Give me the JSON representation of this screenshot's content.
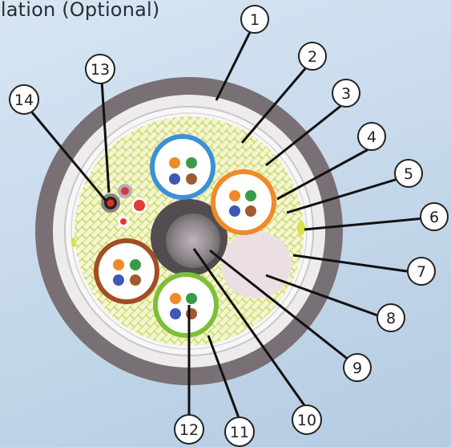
{
  "caption": "ılation (Optional)",
  "callouts": [
    "1",
    "2",
    "3",
    "4",
    "5",
    "6",
    "7",
    "8",
    "9",
    "10",
    "11",
    "12",
    "13",
    "14"
  ],
  "colors": {
    "outer_jacket": "#787074",
    "inner_sheath": "#ece9ea",
    "filler_mesh": "#dfe58c",
    "pair_blue": "#3c8fd8",
    "pair_orange": "#f08a2a",
    "pair_brown": "#a04e24",
    "pair_green": "#7dbf3a",
    "center_member": "#555055"
  }
}
